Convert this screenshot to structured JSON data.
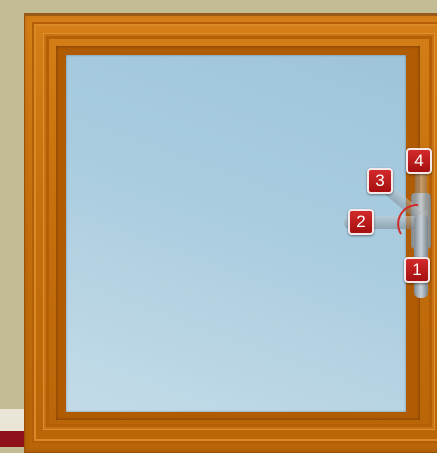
{
  "scene": {
    "frame_color": "#c46e0c",
    "glass_color": "#a9ccdf",
    "background_color": "#c4bc94",
    "accent_red": "#a50f10"
  },
  "handle_positions": [
    {
      "label": "1",
      "meaning": ""
    },
    {
      "label": "2",
      "meaning": ""
    },
    {
      "label": "3",
      "meaning": ""
    },
    {
      "label": "4",
      "meaning": ""
    }
  ]
}
